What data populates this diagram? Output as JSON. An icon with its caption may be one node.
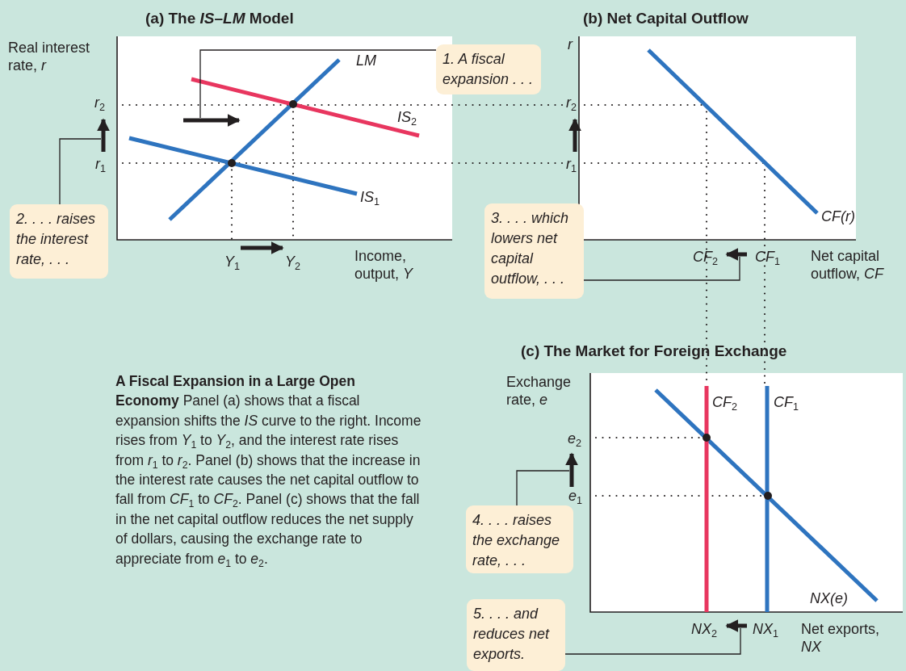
{
  "diagram": {
    "caption": "**A Fiscal Expansion in a Large Open Economy** Panel (a) shows that a fiscal expansion shifts the *IS* curve to the right. Income rises from *Y*$_{1}$ to *Y*$_{2}$, and the interest rate rises from *r*$_{1}$ to *r*$_{2}$. Panel (b) shows that the increase in the interest rate causes the net capital outflow to fall from *CF*$_{1}$ to *CF*$_{2}$. Panel (c) shows that the fall in the net capital outflow reduces the net supply of dollars, causing the exchange rate to appreciate from *e*$_{1}$ to *e*$_{2}$.",
    "nodes": [
      {
        "text": [
          "1. A fiscal expansion . . ."
        ]
      },
      {
        "text": [
          "2. . . . raises the interest rate, . . ."
        ]
      },
      {
        "text": [
          "3. . . . which lowers net capital outflow, . . ."
        ]
      },
      {
        "text": [
          "4. . . . raises the exchange rate, . . ."
        ]
      },
      {
        "text": [
          "5. . . . and reduces net exports."
        ]
      },
      {
        "text": [],
        "shape": "arrow"
      },
      {
        "text": [],
        "shape": "arrow"
      },
      {
        "text": [],
        "shape": "arrow"
      },
      {
        "text": [],
        "shape": "arrow"
      },
      {
        "text": [],
        "shape": "arrow"
      }
    ],
    "edges": [
      {
        "from": 0,
        "to": 5,
        "arrow": "none"
      },
      {
        "from": 1,
        "to": 6,
        "arrow": "none"
      },
      {
        "from": 2,
        "to": 7,
        "arrow": "none"
      },
      {
        "from": 3,
        "to": 8,
        "arrow": "none"
      },
      {
        "from": 4,
        "to": 9,
        "arrow": "none"
      }
    ],
    "labels": [
      "(a) The *IS*–*LM* Model",
      "(b) Net Capital Outflow",
      "Real interest rate, *r*",
      "r",
      "LM",
      "r$_{2}$",
      "r$_{2}$",
      "IS$_{2}$",
      "r$_{1}$",
      "r$_{1}$",
      "IS$_{1}$",
      "CF(r)",
      "Y$_{1}$",
      "Y$_{2}$",
      "Income, output, *Y*",
      "CF$_{2}$",
      "CF$_{1}$",
      "Net capital outflow, *CF*",
      "(c) The Market for Foreign Exchange",
      "Exchange rate, *e*",
      "CF$_{2}$",
      "CF$_{1}$",
      "e$_{2}$",
      "e$_{1}$",
      "NX(e)",
      "NX$_{2}$",
      "NX$_{1}$",
      "Net exports, *NX*"
    ]
  }
}
